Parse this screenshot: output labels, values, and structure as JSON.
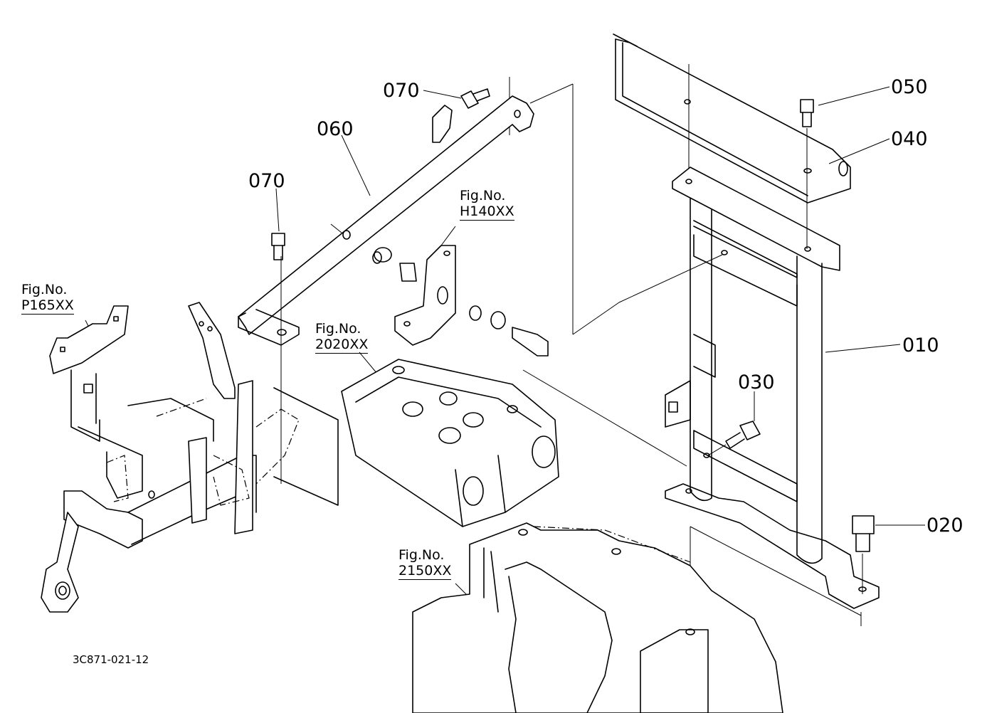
{
  "diagram": {
    "part_numbers": {
      "p010": "010",
      "p020": "020",
      "p030": "030",
      "p040": "040",
      "p050": "050",
      "p060": "060",
      "p070_top": "070",
      "p070_left": "070"
    },
    "figure_refs": {
      "h140": {
        "prefix": "Fig.No.",
        "number": "H140XX"
      },
      "p165": {
        "prefix": "Fig.No.",
        "number": "P165XX"
      },
      "f2020": {
        "prefix": "Fig.No.",
        "number": "2020XX"
      },
      "f2150": {
        "prefix": "Fig.No.",
        "number": "2150XX"
      }
    },
    "drawing_code": "3C871-021-12"
  }
}
